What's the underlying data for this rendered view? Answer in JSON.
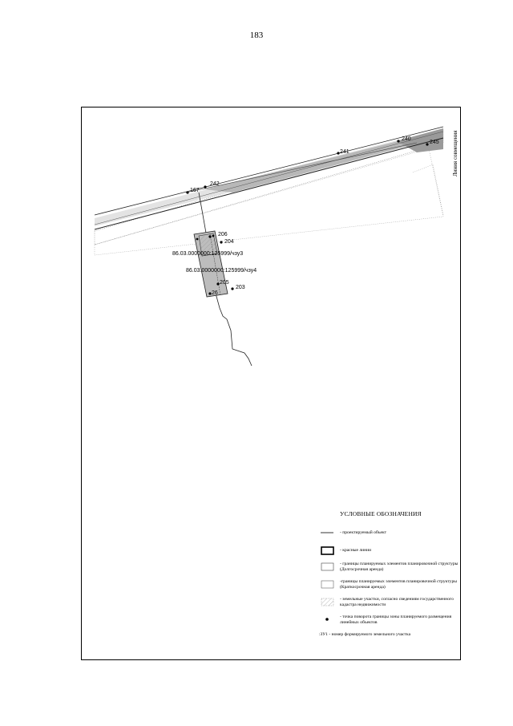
{
  "page_number": "183",
  "match_line_label": "Линия совмещения",
  "points": {
    "p167": "167",
    "p242": "242",
    "p241": "241",
    "p240": "240",
    "p245": "245",
    "p206": "206",
    "p204": "204",
    "p205": "205",
    "p203": "203",
    "p26": "26"
  },
  "cadastral": {
    "zu3": "86.03.0000000:125999/чзу3",
    "zu4": "86.03.0000000:125999/чзу4"
  },
  "legend": {
    "title": "УСЛОВНЫЕ ОБОЗНАЧЕНИЯ",
    "items": [
      {
        "symbol": "line",
        "text": "- проектируемый объект"
      },
      {
        "symbol": "red-lines",
        "text": "- красные линии"
      },
      {
        "symbol": "box-long",
        "text": "- границы планируемых элементов планировочной структуры (Долгосрочная аренда)"
      },
      {
        "symbol": "box-short",
        "text": "-границы планируемых элементов планировочной структуры (Краткосрочная аренда)"
      },
      {
        "symbol": "hatched",
        "text": "- земельные участки, согласно сведениям государственного кадастра недвижимости"
      },
      {
        "symbol": "dot",
        "text": "- точка поворота границы зоны планируемого размещения линейных объектов"
      },
      {
        "symbol": "label",
        "text": ":ЗУ1 - номер формируемого земельного участка"
      }
    ]
  }
}
